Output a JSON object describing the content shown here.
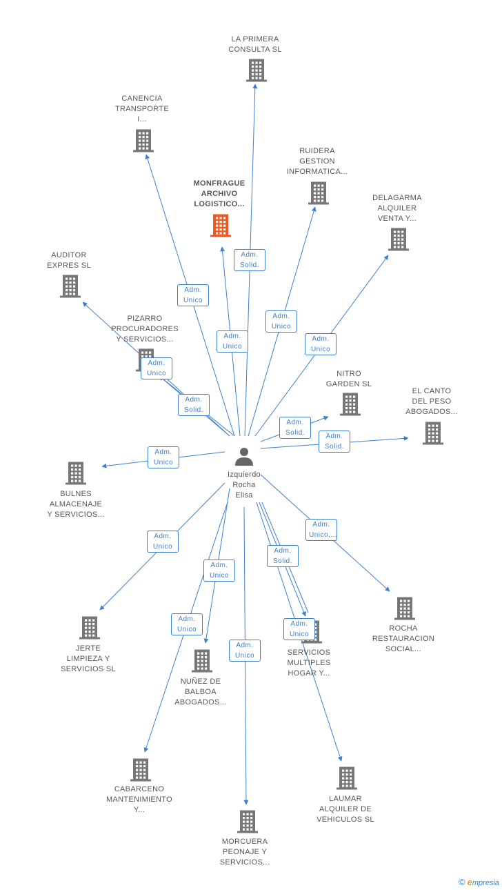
{
  "colors": {
    "edge": "#3b7fd1",
    "building": "#777777",
    "highlight": "#ee5a24",
    "person": "#666666"
  },
  "person": {
    "name_lines": [
      "Izquierdo",
      "Rocha",
      "Elisa"
    ]
  },
  "companies": [
    {
      "name_lines": [
        "LA PRIMERA",
        "CONSULTA SL"
      ]
    },
    {
      "name_lines": [
        "CANENCIA",
        "TRANSPORTE",
        "I..."
      ]
    },
    {
      "name_lines": [
        "RUIDERA",
        "GESTION",
        "INFORMATICA..."
      ]
    },
    {
      "name_lines": [
        "MONFRAGUE",
        "ARCHIVO",
        "LOGISTICO..."
      ]
    },
    {
      "name_lines": [
        "DELAGARMA",
        "ALQUILER",
        "VENTA Y..."
      ]
    },
    {
      "name_lines": [
        "AUDITOR",
        "EXPRES SL"
      ]
    },
    {
      "name_lines": [
        "PIZARRO",
        "PROCURADORES",
        "Y SERVICIOS..."
      ]
    },
    {
      "name_lines": [
        "NITRO",
        "GARDEN SL"
      ]
    },
    {
      "name_lines": [
        "EL CANTO",
        "DEL PESO",
        "ABOGADOS..."
      ]
    },
    {
      "name_lines": [
        "BULNES",
        "ALMACENAJE",
        "Y SERVICIOS..."
      ]
    },
    {
      "name_lines": [
        "ROCHA",
        "RESTAURACION",
        "SOCIAL..."
      ]
    },
    {
      "name_lines": [
        "JERTE",
        "LIMPIEZA Y",
        "SERVICIOS SL"
      ]
    },
    {
      "name_lines": [
        "NUÑEZ DE",
        "BALBOA",
        "ABOGADOS..."
      ]
    },
    {
      "name_lines": [
        "SERVICIOS",
        "MULTIPLES",
        "HOGAR Y..."
      ]
    },
    {
      "name_lines": [
        "CABARCENO",
        "MANTENIMIENTO",
        "Y..."
      ]
    },
    {
      "name_lines": [
        "LAUMAR",
        "ALQUILER DE",
        "VEHICULOS SL"
      ]
    },
    {
      "name_lines": [
        "MORCUERA",
        "PEONAJE Y",
        "SERVICIOS..."
      ]
    }
  ],
  "relations": [
    {
      "lines": [
        "Adm.",
        "Solid."
      ]
    },
    {
      "lines": [
        "Adm.",
        "Unico"
      ]
    },
    {
      "lines": [
        "Adm.",
        "Unico"
      ]
    },
    {
      "lines": [
        "Adm.",
        "Unico"
      ]
    },
    {
      "lines": [
        "Adm.",
        "Unico"
      ]
    },
    {
      "lines": [
        "Adm.",
        "Solid."
      ]
    },
    {
      "lines": [
        "Adm.",
        "Unico"
      ]
    },
    {
      "lines": [
        "Adm.",
        "Solid."
      ]
    },
    {
      "lines": [
        "Adm.",
        "Solid."
      ]
    },
    {
      "lines": [
        "Adm.",
        "Unico"
      ]
    },
    {
      "lines": [
        "Adm.",
        "Unico,..."
      ]
    },
    {
      "lines": [
        "Adm.",
        "Unico"
      ]
    },
    {
      "lines": [
        "Adm.",
        "Unico"
      ]
    },
    {
      "lines": [
        "Adm.",
        "Solid."
      ]
    },
    {
      "lines": [
        "Adm.",
        "Unico"
      ]
    },
    {
      "lines": [
        "Adm.",
        "Unico"
      ]
    },
    {
      "lines": [
        "Adm.",
        "Unico"
      ]
    }
  ],
  "brand": {
    "copyright": "©",
    "initial": "e",
    "rest": "mpresia"
  }
}
